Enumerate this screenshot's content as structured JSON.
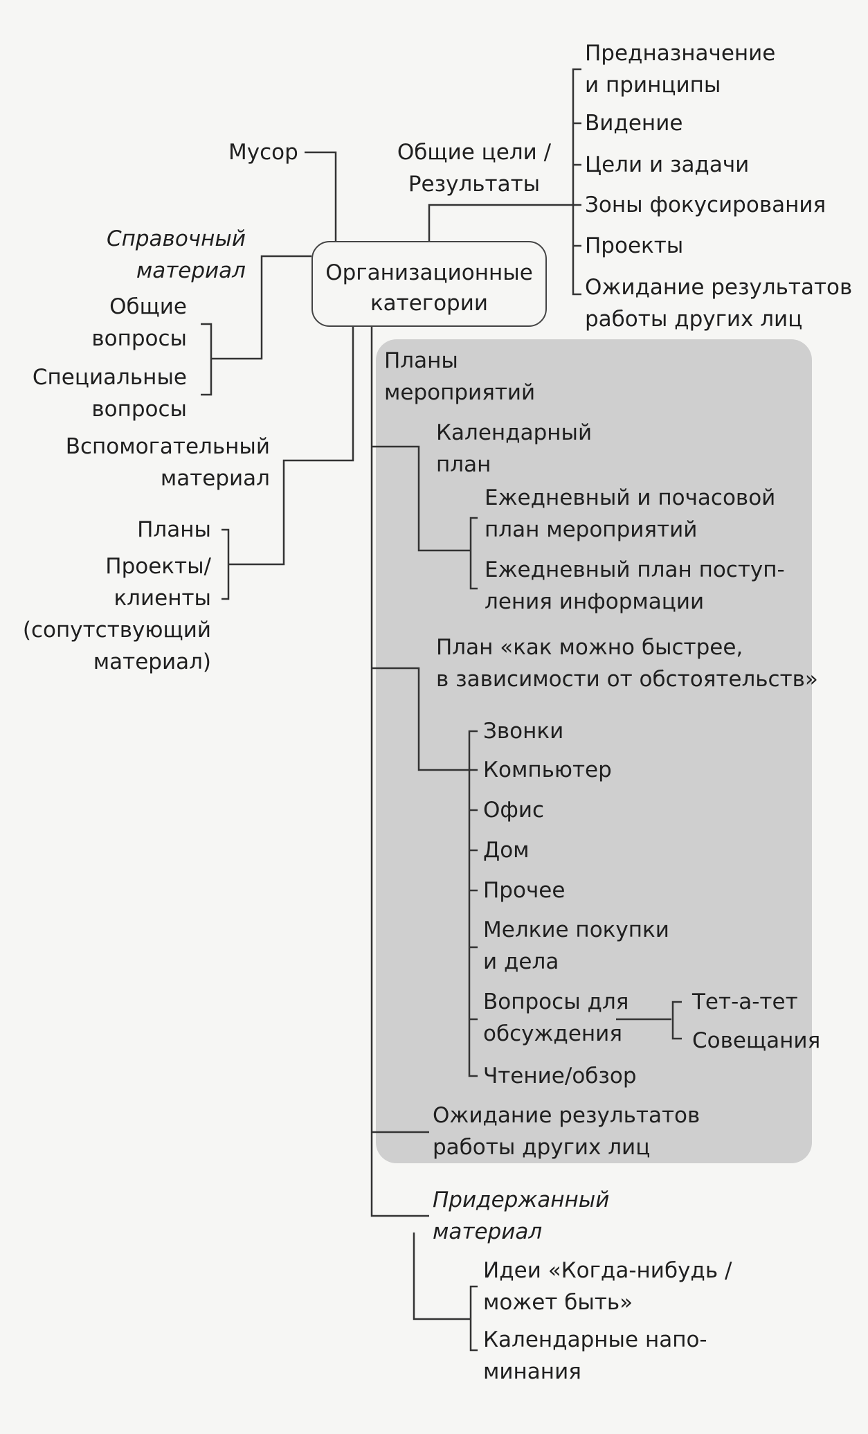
{
  "diagram": {
    "center": "Организационные\nкатегории",
    "trash": "Мусор",
    "goals": "Общие цели /\nРезультаты",
    "goals_items": [
      "Предназначение\nи принципы",
      "Видение",
      "Цели и задачи",
      "Зоны фокусирования",
      "Проекты",
      "Ожидание результатов\nработы других лиц"
    ],
    "reference": "Справочный\nматериал",
    "general_topics": "Общие\nвопросы",
    "special_topics": "Специальные\nвопросы",
    "support": "Вспомогательный\nматериал",
    "support_plans": "Планы",
    "support_projects": "Проекты/клиенты\n(сопутствующий\nматериал)",
    "action_plans": "Планы\nмероприятий",
    "calendar": "Календарный\nплан",
    "calendar_daily_hourly": "Ежедневный и почасовой\nплан мероприятий",
    "calendar_daily_info": "Ежедневный план поступ-\nления информации",
    "asap": "План «как можно быстрее,\nв зависимости от обстоятельств»",
    "contexts": [
      "Звонки",
      "Компьютер",
      "Офис",
      "Дом",
      "Прочее",
      "Мелкие покупки\nи дела",
      "Вопросы для\nобсуждения",
      "Чтение/обзор"
    ],
    "discussion_items": [
      "Тет-а-тет",
      "Совещания"
    ],
    "waiting": "Ожидание результатов\nработы других лиц",
    "incubated": "Придержанный\nматериал",
    "incubated_items": [
      "Идеи «Когда-нибудь /\nможет быть»",
      "Календарные напо-\nминания"
    ]
  }
}
